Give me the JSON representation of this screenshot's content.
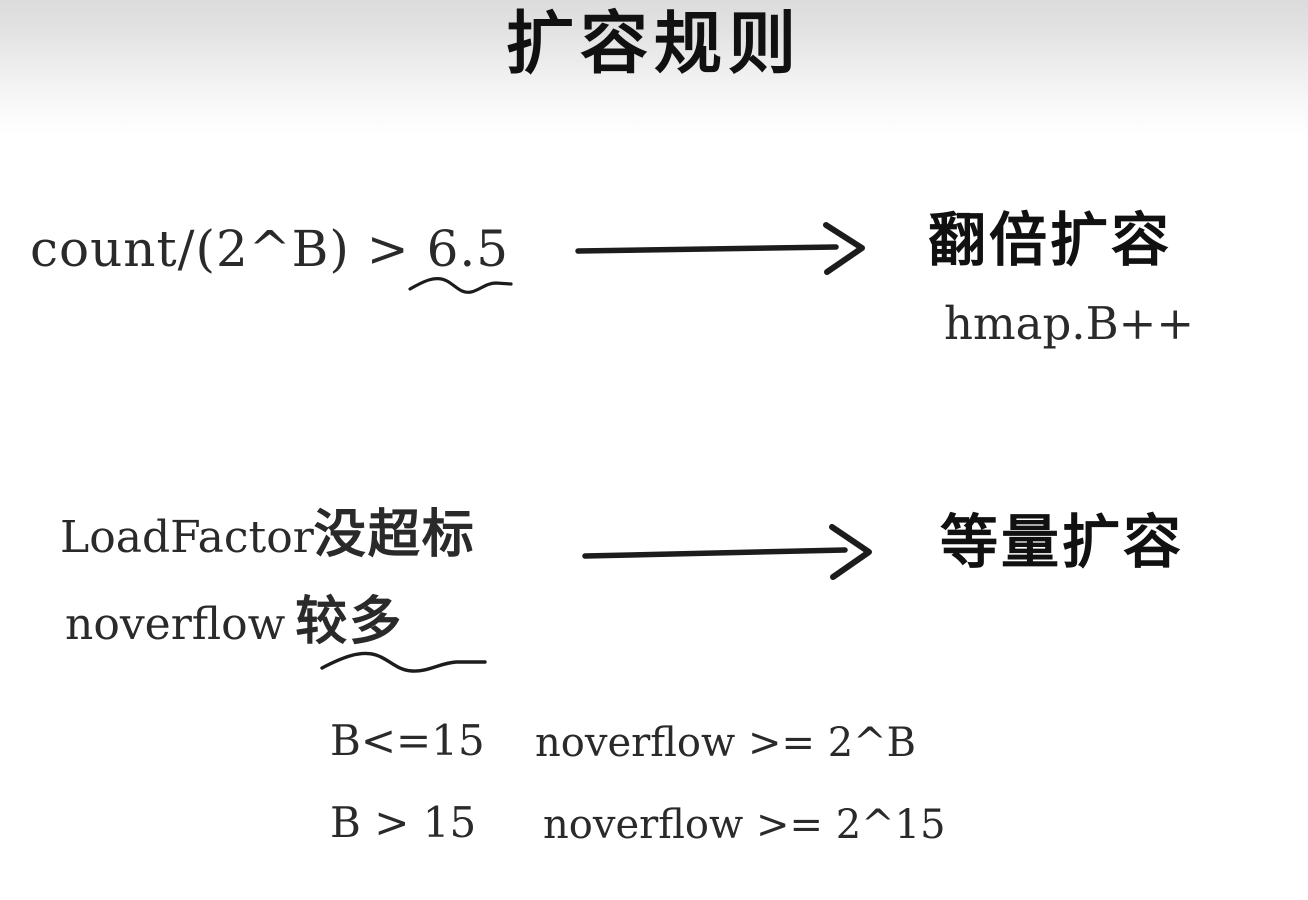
{
  "slide": {
    "title": "扩容规则",
    "background_top": "#dcdcdc",
    "background_bottom": "#ffffff",
    "ink_color": "#1a1a1a"
  },
  "rules": [
    {
      "id": "double-growth",
      "condition": "count/(2^B)  > 6.5",
      "condition_emphasis": "6.5",
      "arrow": "right-arrow",
      "result": "翻倍扩容",
      "result_detail": "hmap.B++"
    },
    {
      "id": "same-size-growth",
      "condition_line_1_latin": "LoadFactor",
      "condition_line_1_cjk": "没超标",
      "condition_line_2_latin": "noverflow",
      "condition_line_2_cjk": "较多",
      "condition_emphasis": "较多",
      "arrow": "right-arrow",
      "result": "等量扩容",
      "result_detail": ""
    }
  ],
  "details": {
    "rows": [
      {
        "condition": "B<=15",
        "rule": "noverflow >= 2^B"
      },
      {
        "condition": "B > 15",
        "rule": "noverflow >= 2^15"
      }
    ]
  }
}
